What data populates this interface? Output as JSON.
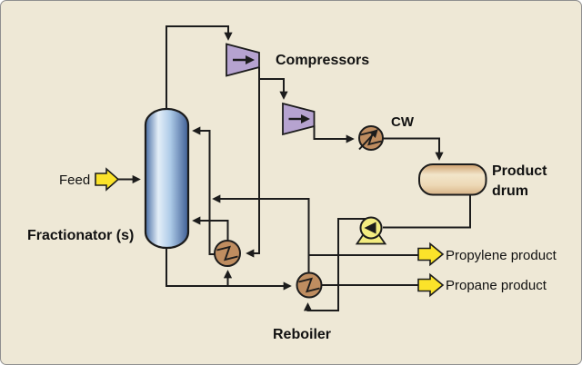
{
  "diagram": {
    "type": "process-flow-diagram",
    "labels": {
      "feed": "Feed",
      "fractionator": "Fractionator (s)",
      "compressors": "Compressors",
      "cooling_water": "CW",
      "product_drum": "Product drum",
      "reboiler": "Reboiler",
      "propylene_product": "Propylene product",
      "propane_product": "Propane product"
    },
    "colors": {
      "background": "#EEE8D6",
      "line": "#1C1C1C",
      "text": "#111111",
      "compressor_fill": "#B6A3D0",
      "exchanger_fill": "#BF8D60",
      "pump_fill": "#F3EC80",
      "stream_arrow_fill": "#FBE32A",
      "column_edge_left": "#4A6FA5",
      "column_highlight": "#E4EEF8",
      "column_light": "#AECBE8",
      "column_edge_right": "#3F5E95",
      "drum_top": "#CE9F6B",
      "drum_light": "#F2E5CA",
      "drum_mid": "#EDD9B6",
      "drum_bottom": "#D8B488"
    }
  }
}
